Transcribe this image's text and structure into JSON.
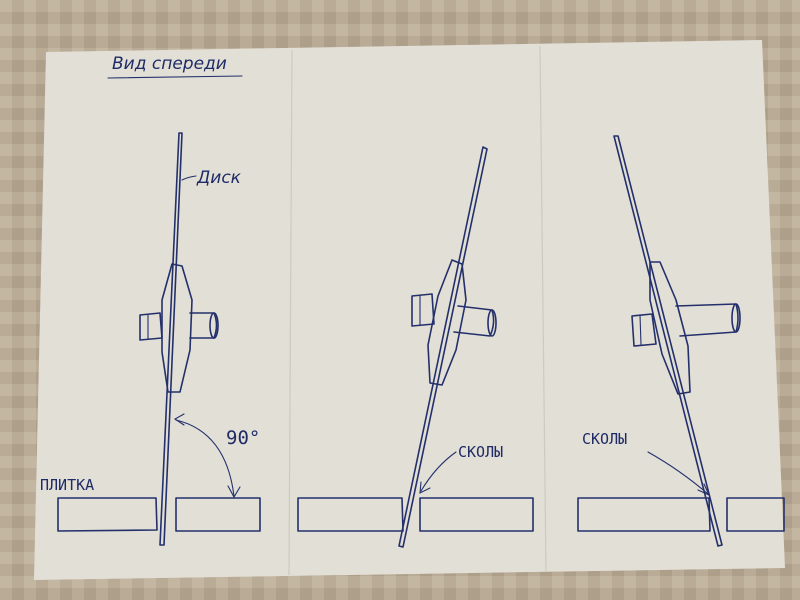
{
  "title": "Вид спереди",
  "labels": {
    "disk": "Диск",
    "angle": "90°",
    "tile": "ПЛИТКА",
    "chips_1": "СКОЛЫ",
    "chips_2": "СКОЛЫ"
  },
  "colors": {
    "ink": "#23306b",
    "paper": "#ece9df",
    "table": "#b7a994"
  }
}
